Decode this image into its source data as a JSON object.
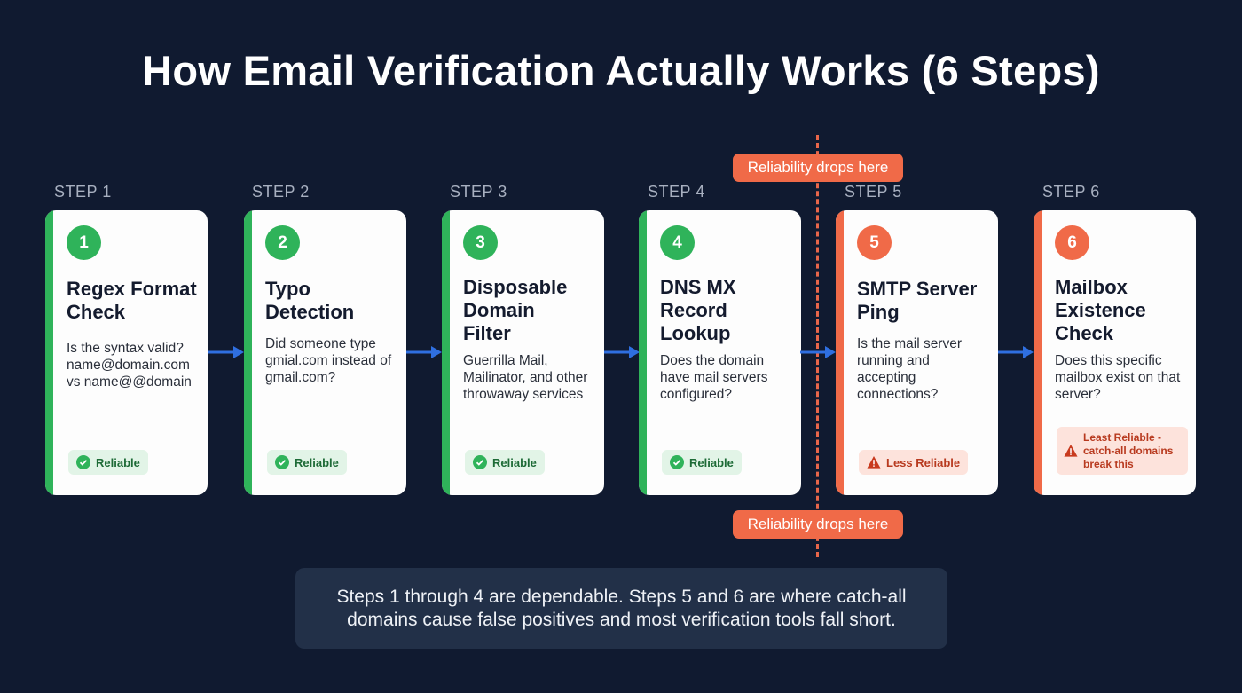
{
  "title": "How Email Verification Actually Works (6 Steps)",
  "divider": {
    "label_top": "Reliability drops here",
    "label_bottom": "Reliability drops here",
    "color": "#f06a48"
  },
  "steps": [
    {
      "label": "STEP 1",
      "num": "1",
      "title": "Regex Format Check",
      "desc": "Is the syntax valid? name@domain.com vs name@@domain",
      "badge": "Reliable",
      "status": "reliable"
    },
    {
      "label": "STEP 2",
      "num": "2",
      "title": "Typo Detection",
      "desc": "Did someone type gmial.com instead of gmail.com?",
      "badge": "Reliable",
      "status": "reliable"
    },
    {
      "label": "STEP 3",
      "num": "3",
      "title": "Disposable Domain Filter",
      "desc": "Guerrilla Mail, Mailinator, and other throwaway services",
      "badge": "Reliable",
      "status": "reliable"
    },
    {
      "label": "STEP 4",
      "num": "4",
      "title": "DNS MX Record Lookup",
      "desc": "Does the domain have mail servers configured?",
      "badge": "Reliable",
      "status": "reliable"
    },
    {
      "label": "STEP 5",
      "num": "5",
      "title": "SMTP Server Ping",
      "desc": "Is the mail server running and accepting connections?",
      "badge": "Less Reliable",
      "status": "less-reliable"
    },
    {
      "label": "STEP 6",
      "num": "6",
      "title": "Mailbox Existence Check",
      "desc": "Does this specific mailbox exist on that server?",
      "badge": "Least Reliable - catch-all domains break this",
      "status": "least-reliable"
    }
  ],
  "colors": {
    "reliable": "#2fb35a",
    "unreliable": "#f06a48",
    "arrow": "#2f6fe0",
    "background": "#101a30"
  },
  "note": "Steps 1 through 4 are dependable. Steps 5 and 6 are where catch-all domains cause false positives and most verification tools fall short."
}
